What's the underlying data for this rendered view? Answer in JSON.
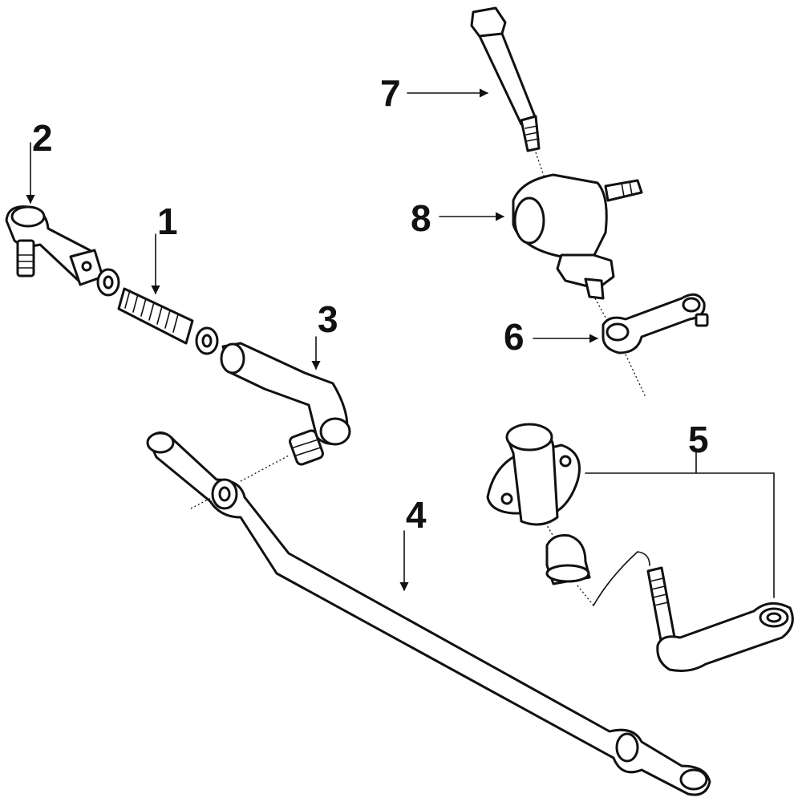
{
  "callouts": [
    {
      "id": "1",
      "text": "1"
    },
    {
      "id": "2",
      "text": "2"
    },
    {
      "id": "3",
      "text": "3"
    },
    {
      "id": "4",
      "text": "4"
    },
    {
      "id": "5",
      "text": "5"
    },
    {
      "id": "6",
      "text": "6"
    },
    {
      "id": "7",
      "text": "7"
    },
    {
      "id": "8",
      "text": "8"
    }
  ],
  "colors": {
    "ink": "#111111",
    "background": "#ffffff"
  }
}
